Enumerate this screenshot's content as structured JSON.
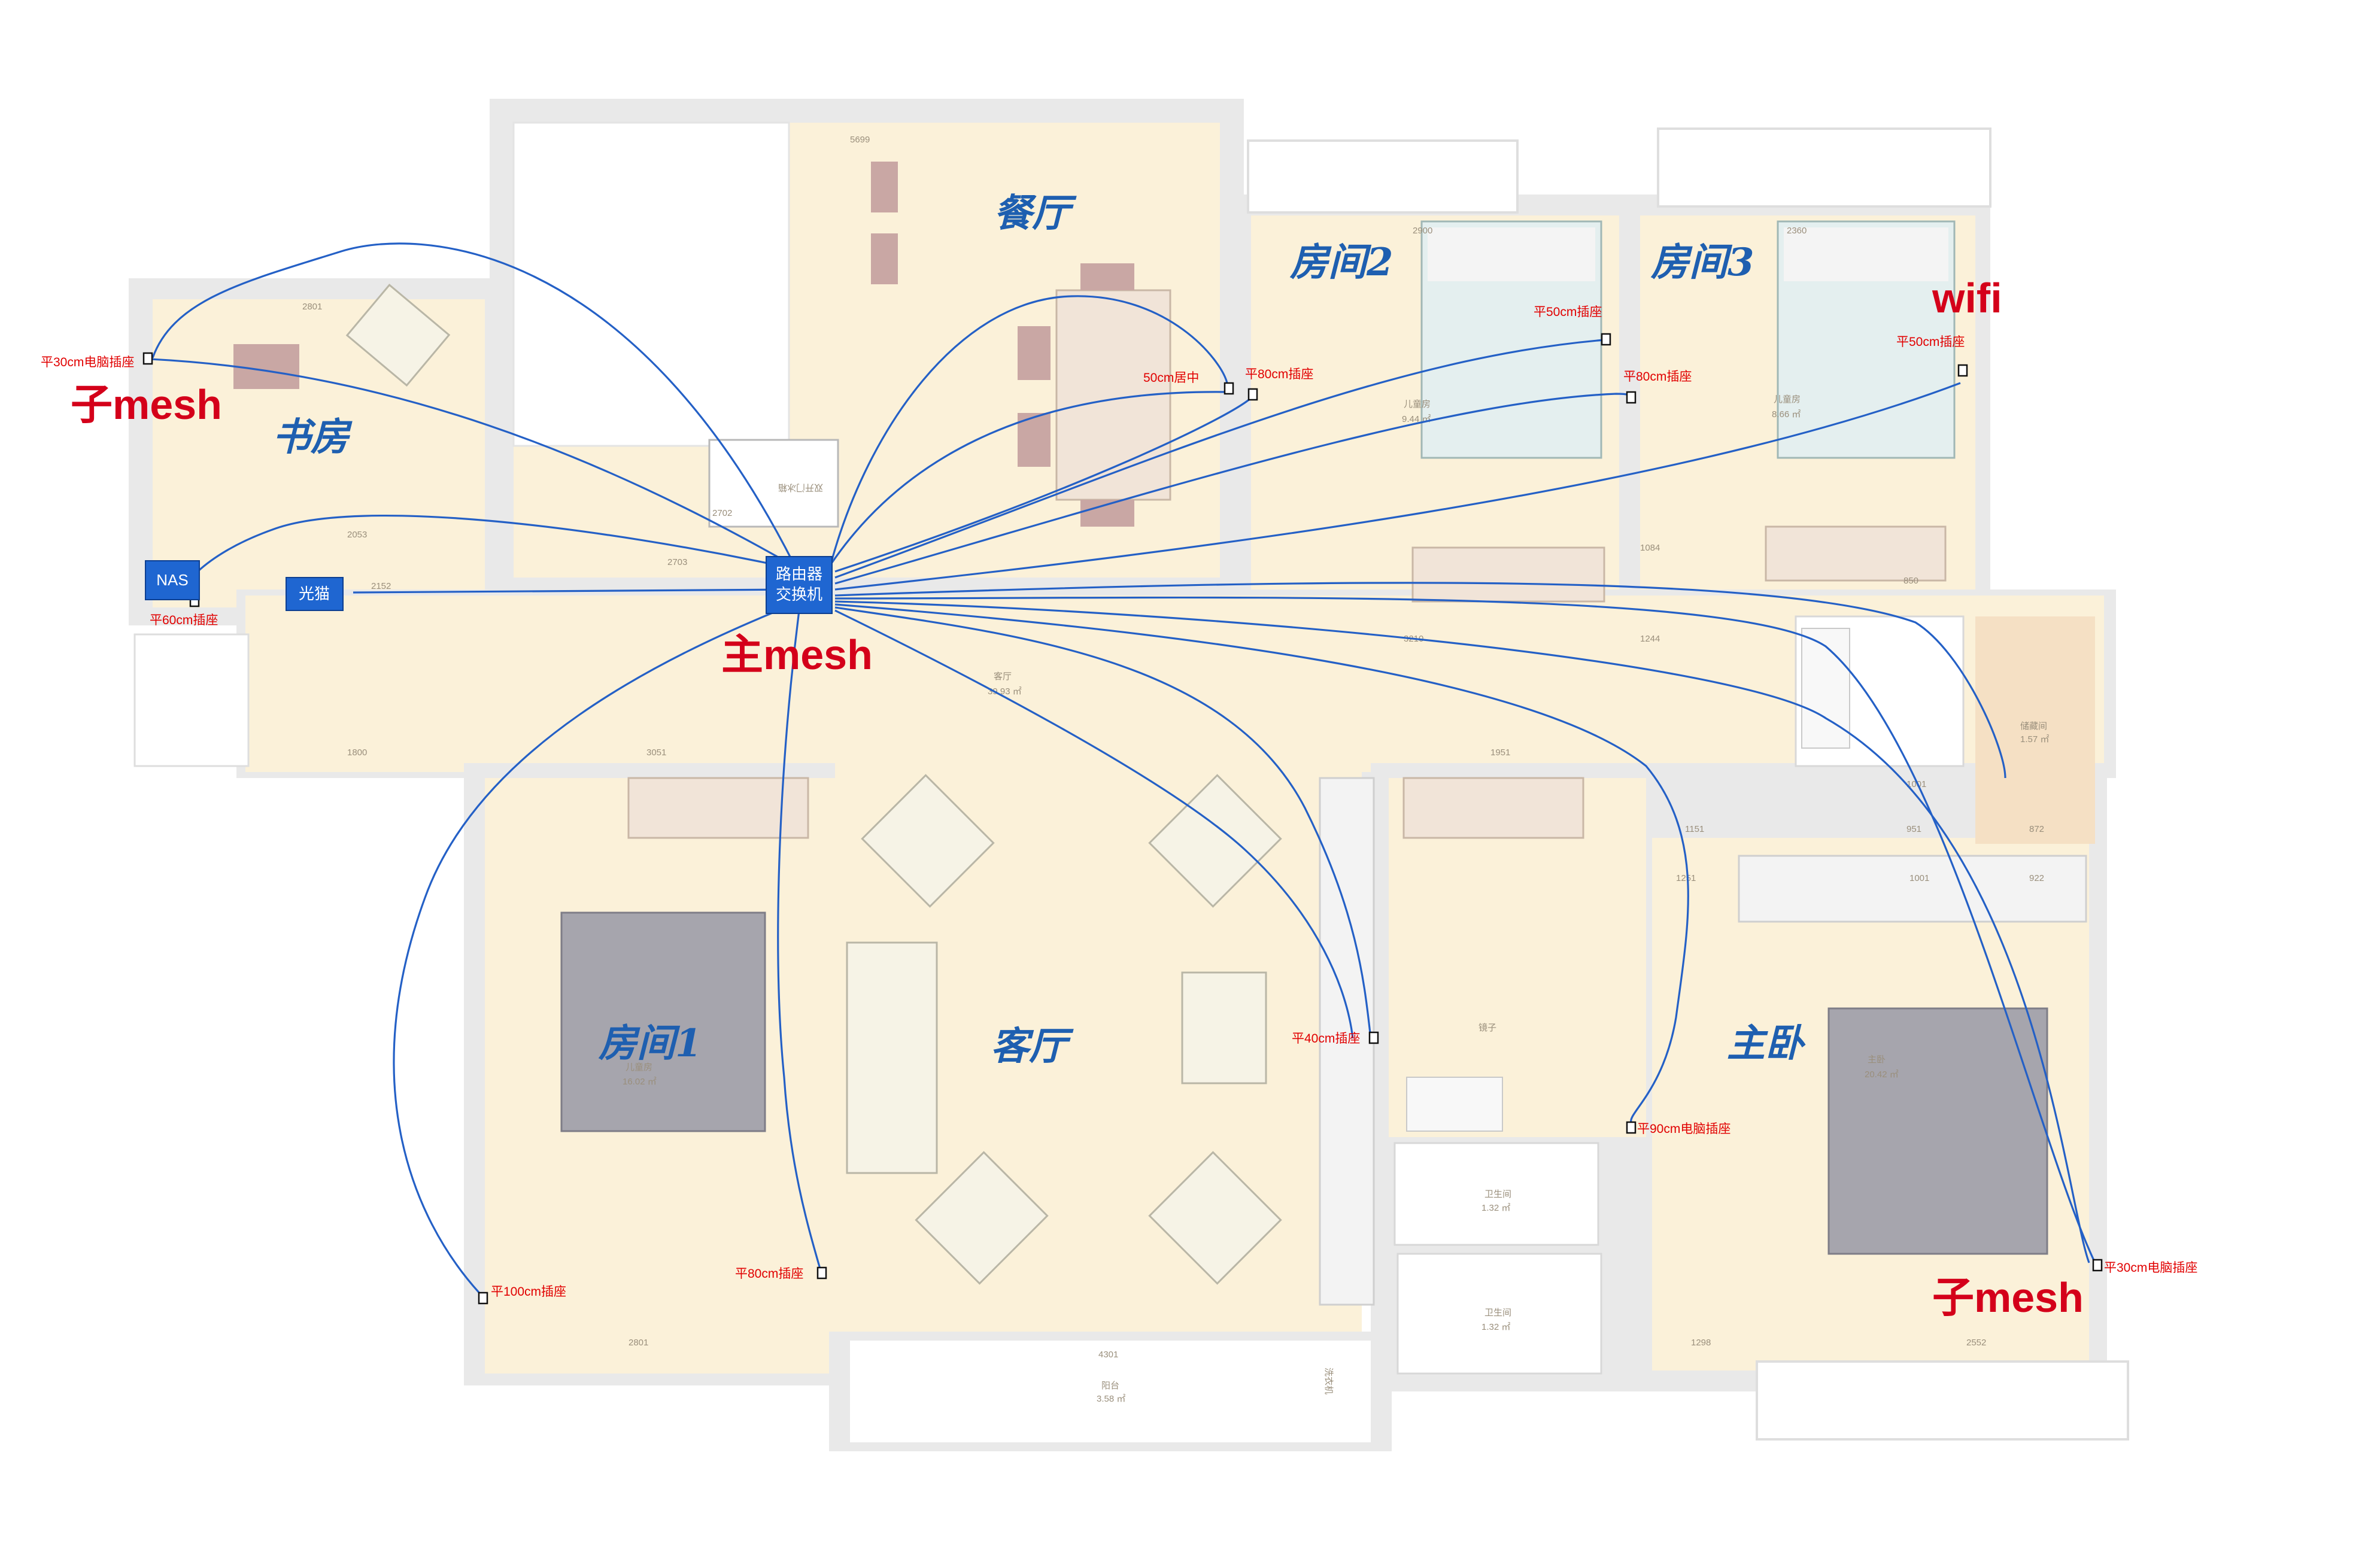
{
  "rooms": {
    "dining": "餐厅",
    "room2": "房间2",
    "room3": "房间3",
    "study": "书房",
    "living": "客厅",
    "room1": "房间1",
    "master": "主卧"
  },
  "devices": {
    "router_line1": "路由器",
    "router_line2": "交换机",
    "nas": "NAS",
    "modem": "光猫",
    "main_mesh": "主mesh",
    "sub_mesh_study": "子mesh",
    "sub_mesh_master": "子mesh",
    "wifi": "wifi"
  },
  "outlets": {
    "study": "平30cm电脑插座",
    "nas": "平60cm插座",
    "dining": "50cm居中",
    "room2_wall": "平80cm插座",
    "room2_bed": "平50cm插座",
    "room3_wall": "平80cm插座",
    "room3_bed": "平50cm插座",
    "living": "平40cm插座",
    "master_door": "平90cm电脑插座",
    "master_bed": "平30cm电脑插座",
    "room1_side": "平100cm插座",
    "room1_bed": "平80cm插座"
  },
  "floorplan_text": {
    "fridge": "双开门冰箱",
    "mirror": "镜子",
    "washer": "洗衣机",
    "living_area": "客厅",
    "living_size": "39.93 ㎡",
    "master_area": "主卧",
    "master_size": "20.42 ㎡",
    "room1_area": "儿童房",
    "room1_size": "16.02 ㎡",
    "room2_area": "儿童房",
    "room2_size": "9.44 ㎡",
    "room3_area": "儿童房",
    "room3_size": "8.66 ㎡",
    "bath1": "卫生间",
    "bath1_size": "1.32 ㎡",
    "bath2": "卫生间",
    "bath2_size": "1.32 ㎡",
    "balcony": "阳台",
    "balcony_size": "3.58 ㎡",
    "storage": "储藏间",
    "storage_size": "1.57 ㎡"
  },
  "dimensions": {
    "d1": "5699",
    "d2": "2801",
    "d3": "2053",
    "d4": "2702",
    "d5": "2703",
    "d6": "3210",
    "d7": "1244",
    "d8": "1084",
    "d9": "1800",
    "d10": "3051",
    "d11": "1951",
    "d12": "1151",
    "d13": "1251",
    "d14": "1001",
    "d15": "2801",
    "d16": "4301",
    "d17": "1298",
    "d18": "2552",
    "d19": "922",
    "d20": "951",
    "d21": "872",
    "d22": "2152",
    "d23": "1001",
    "d24": "850",
    "d25": "2900",
    "d26": "2360"
  },
  "colors": {
    "cable": "#2460c6",
    "device_box": "#1f66d1",
    "label_red": "#e10000",
    "room_label": "#1e5fb0",
    "floor": "#fbf1d9",
    "wall": "#ececec"
  }
}
